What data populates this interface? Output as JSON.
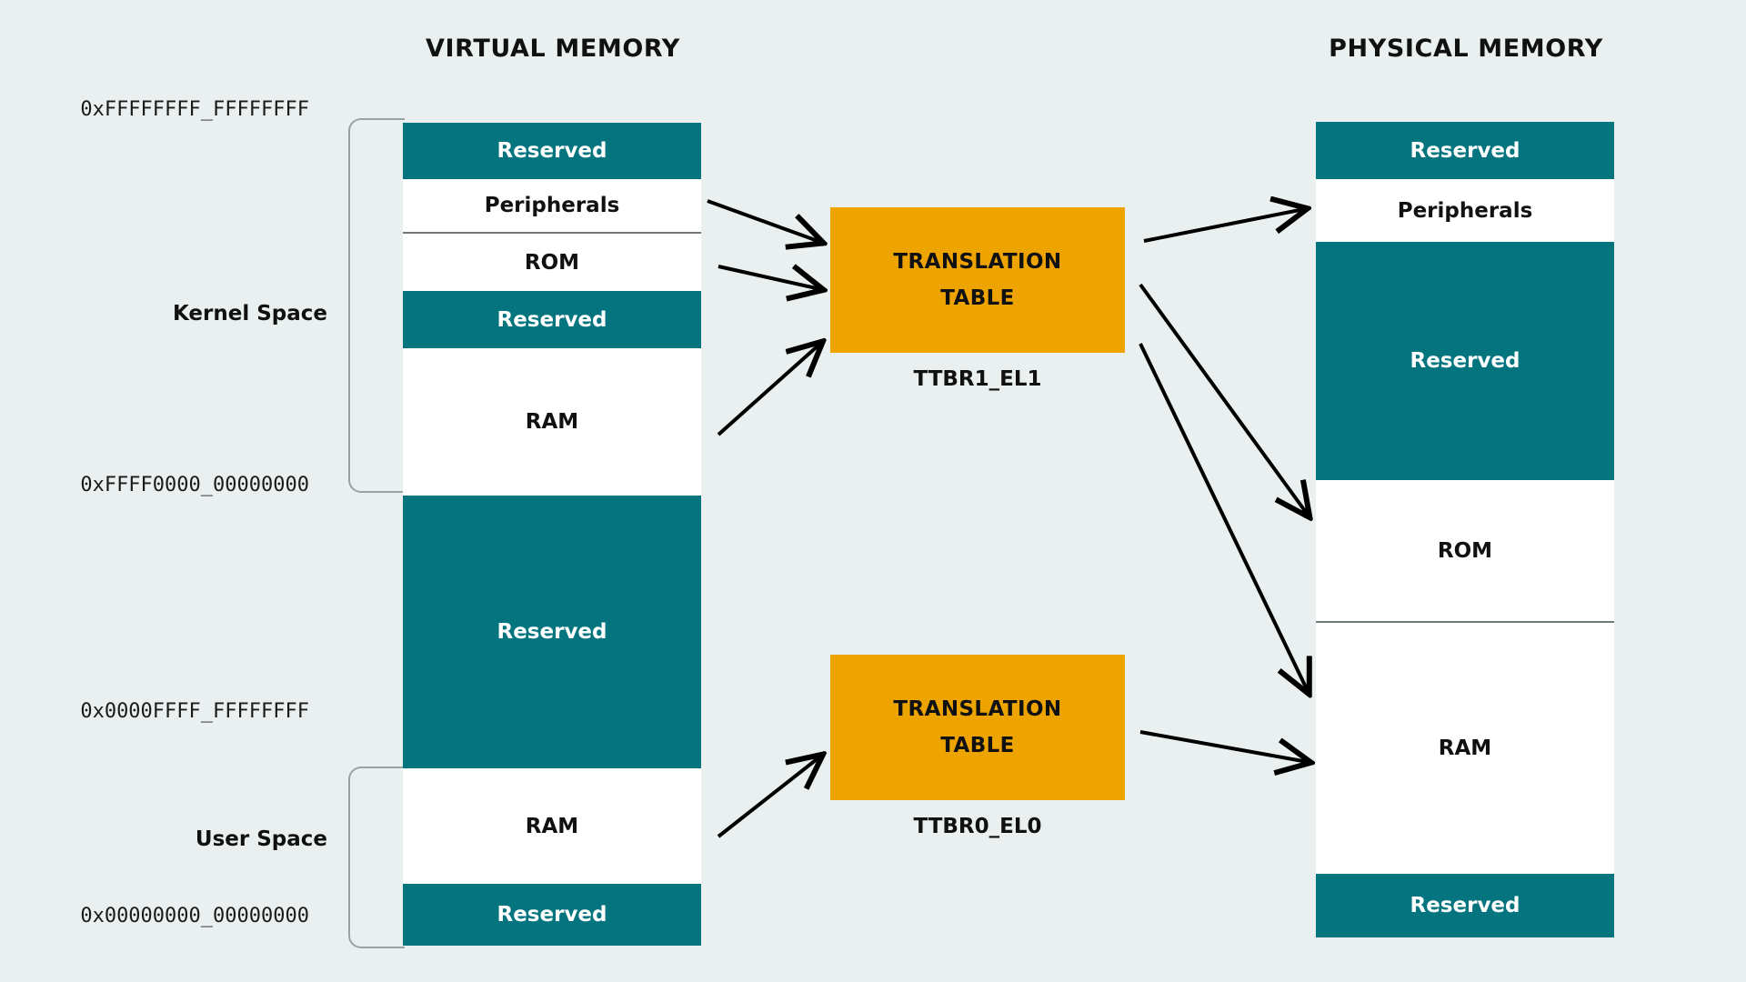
{
  "columns": {
    "virtual": {
      "title": "VIRTUAL MEMORY",
      "blocks": [
        {
          "label": "Reserved",
          "kind": "teal"
        },
        {
          "label": "Peripherals",
          "kind": "white"
        },
        {
          "label": "ROM",
          "kind": "white"
        },
        {
          "label": "Reserved",
          "kind": "teal"
        },
        {
          "label": "RAM",
          "kind": "white"
        },
        {
          "label": "Reserved",
          "kind": "teal"
        },
        {
          "label": "RAM",
          "kind": "white"
        },
        {
          "label": "Reserved",
          "kind": "teal"
        }
      ]
    },
    "physical": {
      "title": "PHYSICAL MEMORY",
      "blocks": [
        {
          "label": "Reserved",
          "kind": "teal"
        },
        {
          "label": "Peripherals",
          "kind": "white"
        },
        {
          "label": "Reserved",
          "kind": "teal"
        },
        {
          "label": "ROM",
          "kind": "white"
        },
        {
          "label": "RAM",
          "kind": "white"
        },
        {
          "label": "Reserved",
          "kind": "teal"
        }
      ]
    }
  },
  "addresses": [
    {
      "value": "0xFFFFFFFF_FFFFFFFF"
    },
    {
      "value": "0xFFFF0000_00000000"
    },
    {
      "value": "0x0000FFFF_FFFFFFFF"
    },
    {
      "value": "0x00000000_00000000"
    }
  ],
  "space_labels": [
    {
      "value": "Kernel Space"
    },
    {
      "value": "User Space"
    }
  ],
  "translation_tables": [
    {
      "line1": "TRANSLATION",
      "line2": "TABLE",
      "caption": "TTBR1_EL1"
    },
    {
      "line1": "TRANSLATION",
      "line2": "TABLE",
      "caption": "TTBR0_EL0"
    }
  ],
  "colors": {
    "background": "#eaf0f0",
    "reserved": "#04757f",
    "region": "#ffffff",
    "translation_table": "#eda400",
    "bracket": "#9aa3a3",
    "arrow": "#000000",
    "text": "#111111"
  }
}
